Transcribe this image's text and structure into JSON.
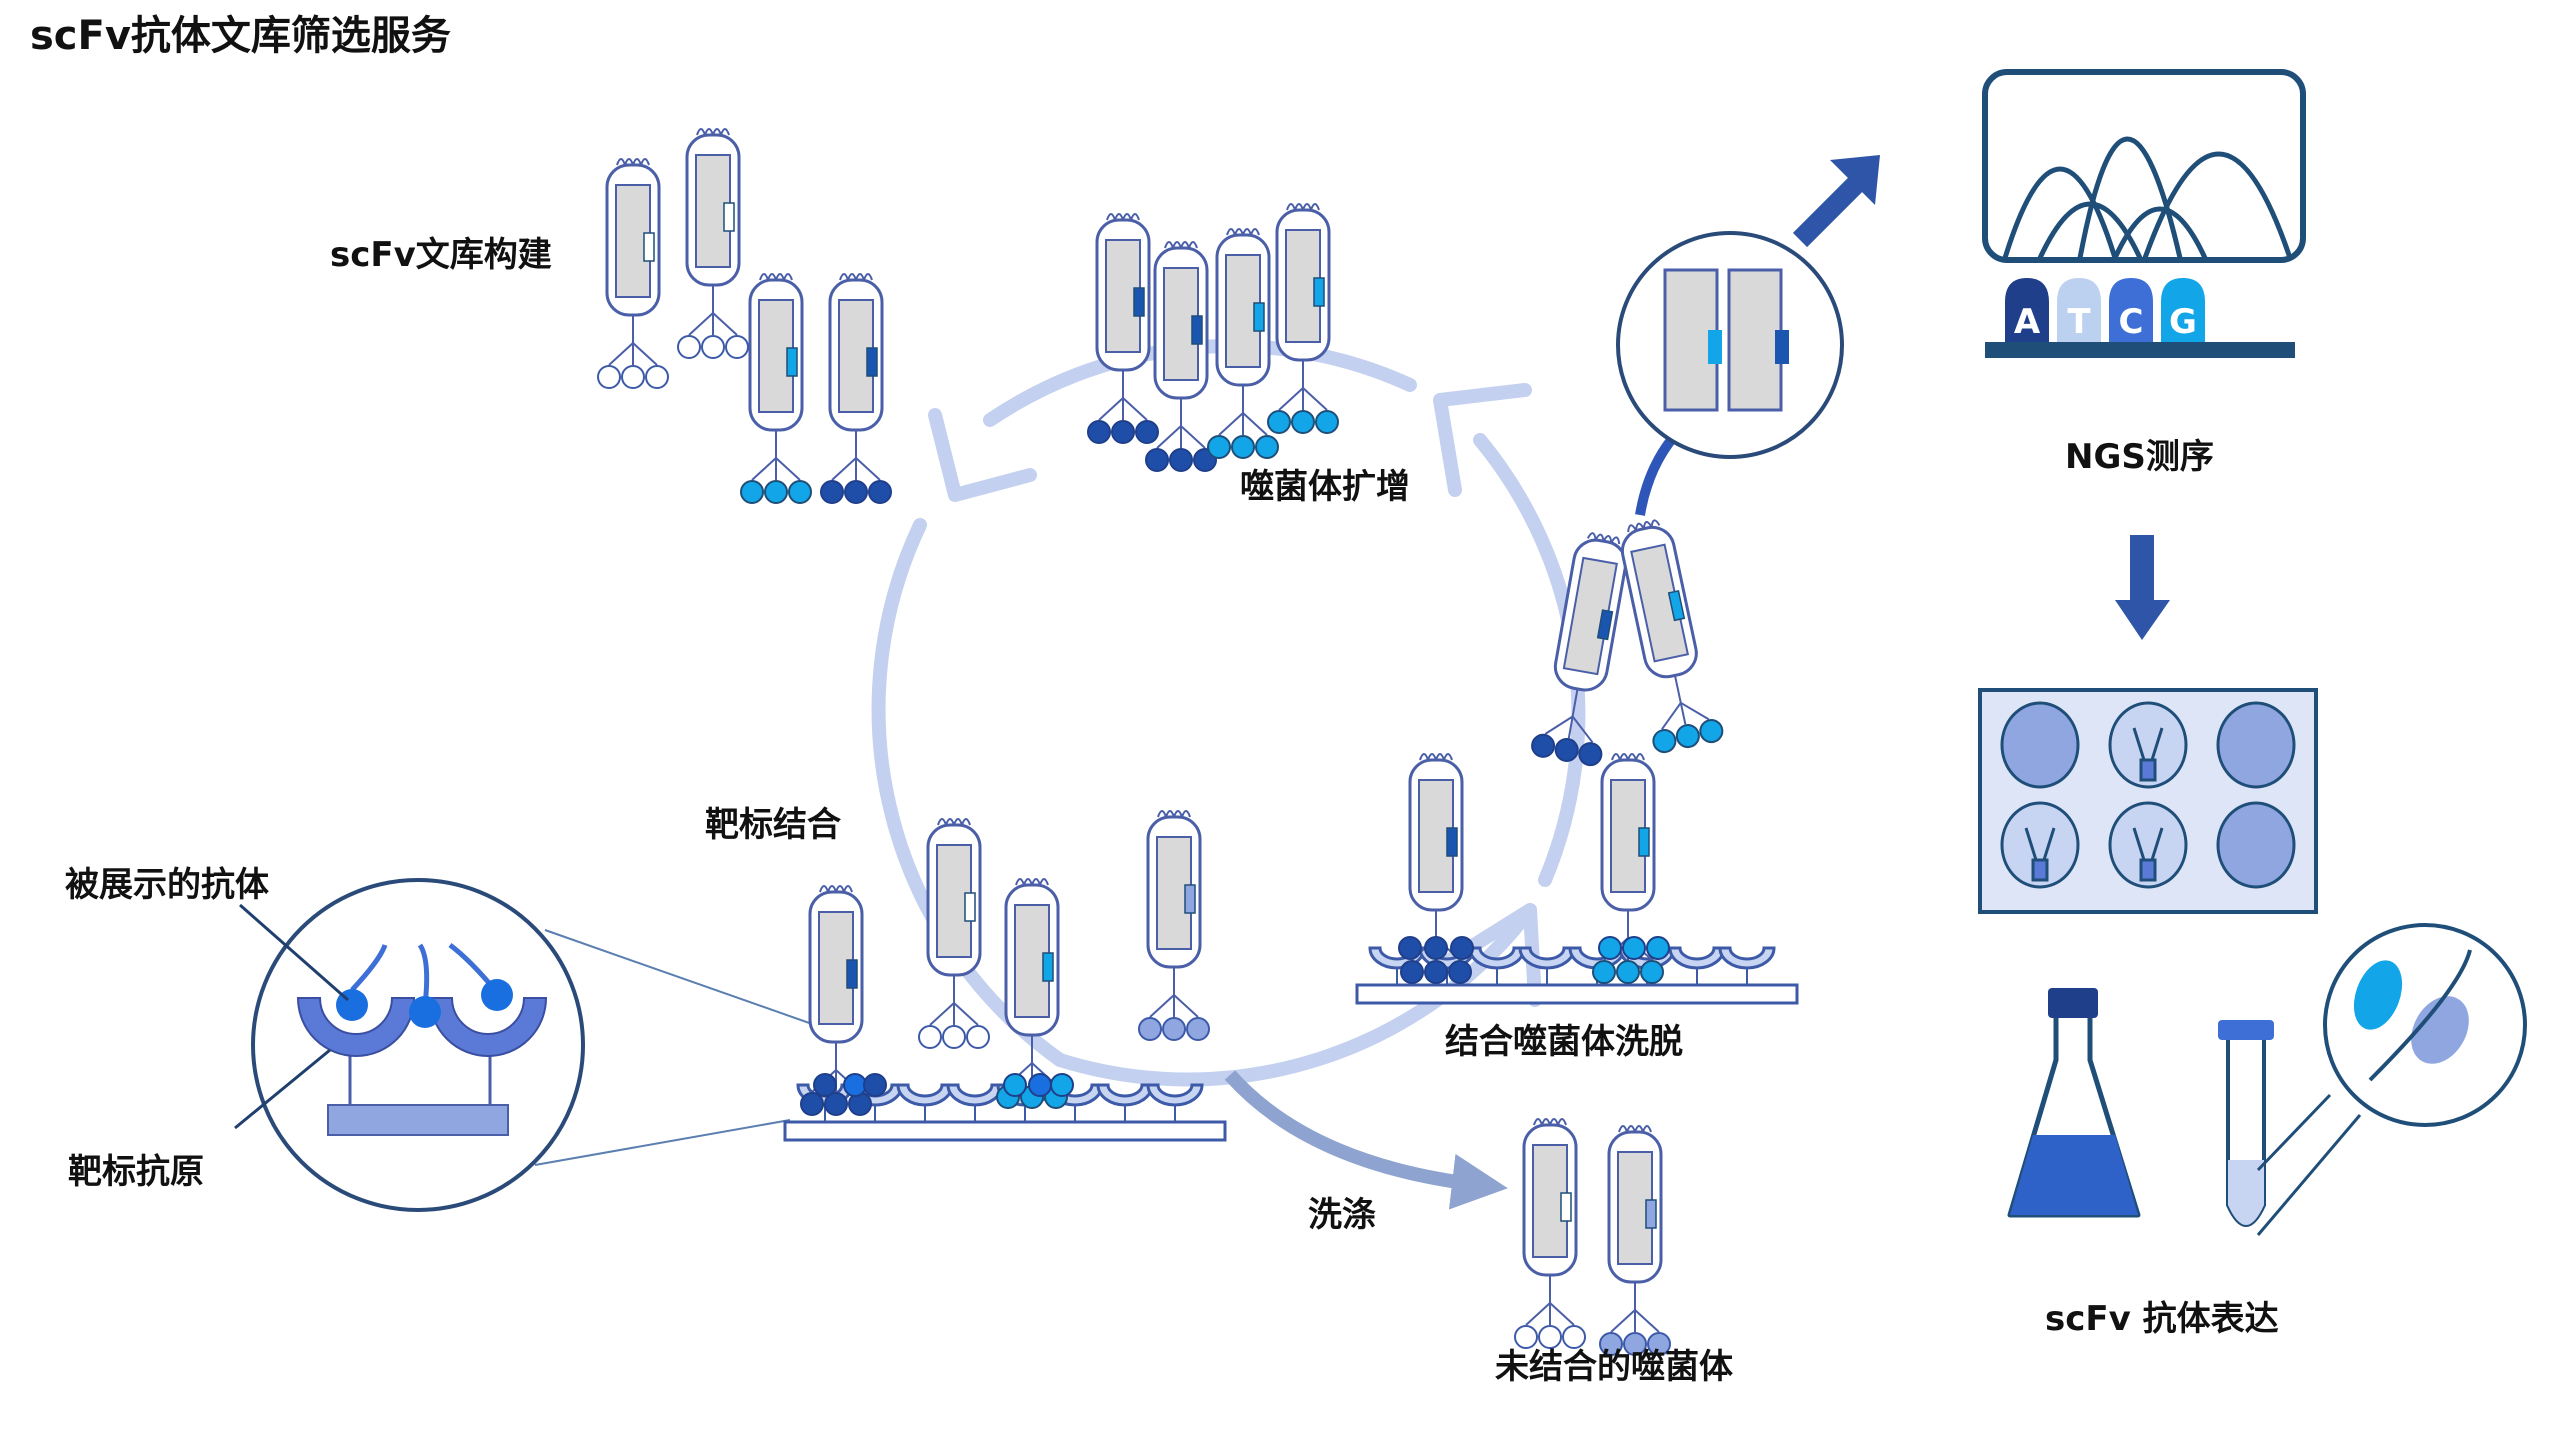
{
  "title": "scFv抗体文库筛选服务",
  "labels": {
    "library_build": "scFv文库构建",
    "phage_amp": "噬菌体扩增",
    "target_binding": "靶标结合",
    "elution": "结合噬菌体洗脱",
    "wash": "洗涤",
    "unbound": "未结合的噬菌体",
    "displayed_antibody": "被展示的抗体",
    "target_antigen": "靶标抗原",
    "ngs": "NGS测序",
    "expression": "scFv 抗体表达"
  },
  "bases": [
    "A",
    "T",
    "C",
    "G"
  ],
  "colors": {
    "navy": "#1f4e79",
    "dark_blue": "#1a56b0",
    "medium_blue": "#3d6fd6",
    "light_blue": "#8fa6e0",
    "cyan": "#12a5e8",
    "pale_blue": "#c7d5f2",
    "cycle_arrow": "#b8c8ec",
    "phage_fill": "#d9d9d9",
    "phage_outline": "#4a5fa8"
  }
}
